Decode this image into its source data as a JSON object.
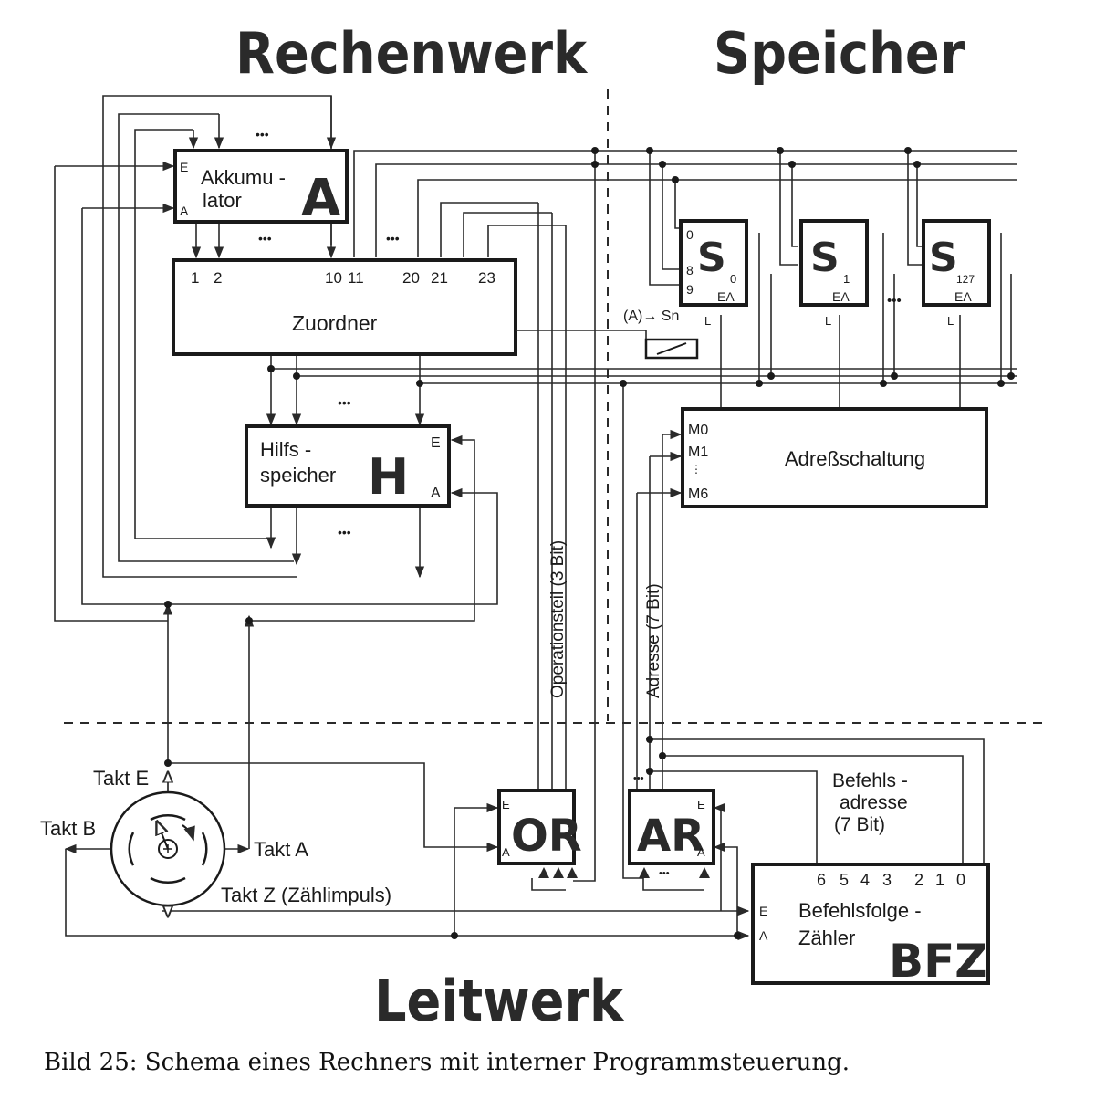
{
  "headings": {
    "rechenwerk": "Rechenwerk",
    "speicher": "Speicher",
    "leitwerk": "Leitwerk"
  },
  "accumulator": {
    "line1": "Akkumu -",
    "line2": "lator",
    "letter": "A",
    "port_e": "E",
    "port_a": "A"
  },
  "zuordner": {
    "label": "Zuordner",
    "inputs": [
      "1",
      "2",
      "10",
      "11",
      "20",
      "21",
      "23"
    ]
  },
  "hilfsspeicher": {
    "line1": "Hilfs -",
    "line2": "speicher",
    "letter": "H",
    "port_e": "E",
    "port_a": "A"
  },
  "memory_cells": [
    {
      "letter": "S",
      "sub": "0",
      "ea": "EA",
      "l": "L",
      "bits": [
        "0",
        "8",
        "9"
      ]
    },
    {
      "letter": "S",
      "sub": "1",
      "ea": "EA",
      "l": "L"
    },
    {
      "letter": "S",
      "sub": "127",
      "ea": "EA",
      "l": "L"
    }
  ],
  "select_label": "(A)→ Sn",
  "adress": {
    "label": "Adreßschaltung",
    "m0": "M0",
    "m1": "M1",
    "m6": "M6"
  },
  "bus_labels": {
    "operation": "Operationsteil (3 Bit)",
    "adresse": "Adresse (7 Bit)"
  },
  "or_reg": {
    "label": "OR",
    "port_e": "E",
    "port_a": "A"
  },
  "ar_reg": {
    "label": "AR",
    "port_e": "E",
    "port_a": "A"
  },
  "befehlsadresse": {
    "line1": "Befehls -",
    "line2": "adresse",
    "line3": "(7 Bit)"
  },
  "bfz": {
    "bits": [
      "6",
      "5",
      "4",
      "3",
      "2",
      "1",
      "0"
    ],
    "line1": "Befehlsfolge -",
    "line2": "Zähler",
    "letter": "BFZ",
    "port_e": "E",
    "port_a": "A"
  },
  "clock": {
    "takt_e": "Takt E",
    "takt_b": "Takt B",
    "takt_a": "Takt A",
    "takt_z": "Takt Z (Zählimpuls)"
  },
  "ellipsis": "•••",
  "caption": "Bild 25: Schema eines Rechners mit interner Programmsteuerung."
}
